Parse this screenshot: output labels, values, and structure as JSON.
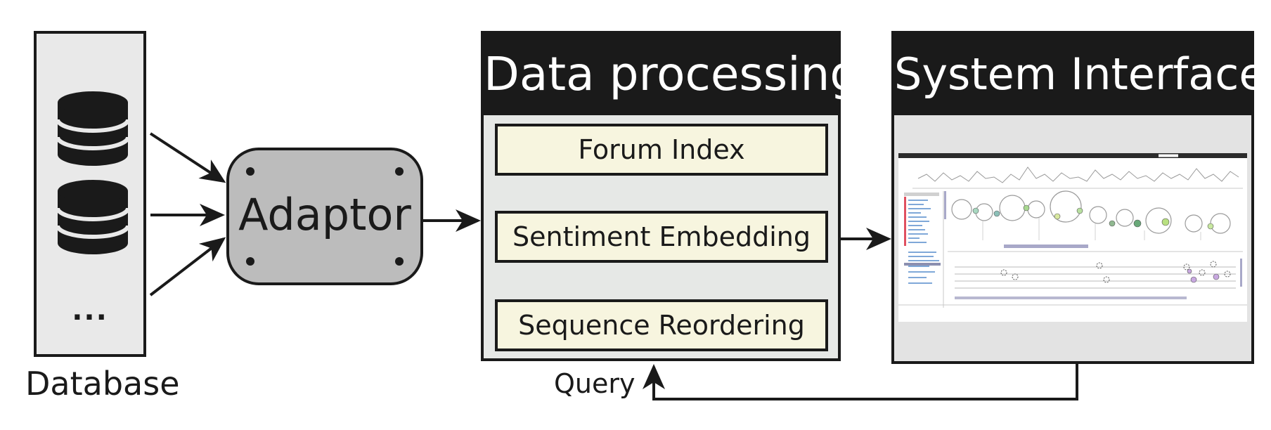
{
  "database": {
    "label": "Database",
    "ellipsis": "..."
  },
  "adaptor": {
    "label": "Adaptor"
  },
  "data_processing": {
    "title": "Data processing",
    "steps": [
      "Forum Index",
      "Sentiment Embedding",
      "Sequence Reordering"
    ]
  },
  "query_label": "Query",
  "system_interface": {
    "title": "System Interface"
  },
  "colors": {
    "header_bg": "#1a1a1a",
    "panel_bg": "#e6e8e6",
    "step_bg": "#f7f5df",
    "adaptor_bg": "#bcbcbc",
    "db_bg": "#e9e9e9"
  }
}
